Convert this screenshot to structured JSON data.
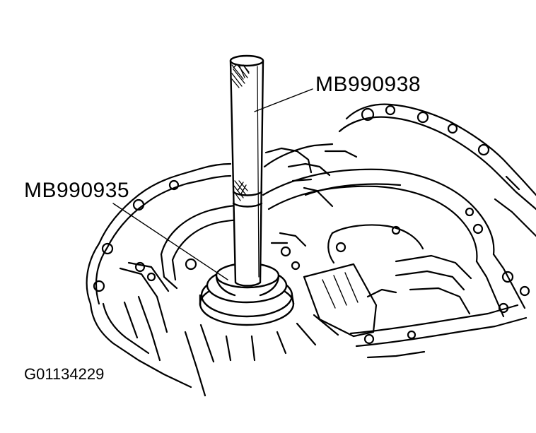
{
  "callouts": {
    "tool_handle": "MB990938",
    "tool_installer": "MB990935"
  },
  "figure_code": "G01134229",
  "colors": {
    "ink": "#000000",
    "paper": "#ffffff"
  }
}
